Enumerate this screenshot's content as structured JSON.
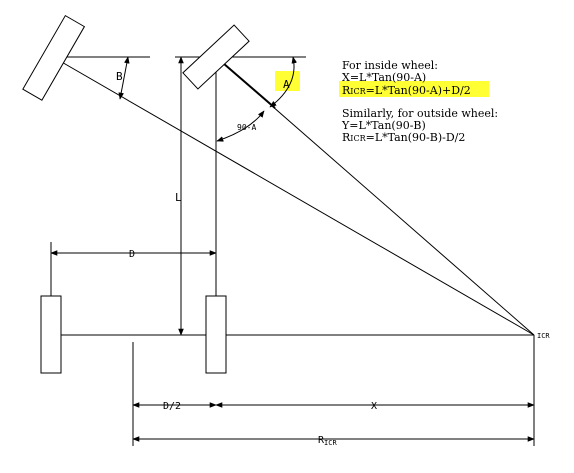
{
  "labels": {
    "angle_b": "B",
    "angle_a": "A",
    "angle_90a": "90-A",
    "length_l": "L",
    "dim_d": "D",
    "dim_d2": "D/2",
    "dim_x": "X",
    "dim_r": "R",
    "dim_r_sub": "ICR",
    "icr": "ICR"
  },
  "equations": {
    "inside_heading": "For inside wheel:",
    "inside_x": "X=L*Tan(90-A)",
    "inside_r_prefix": "R",
    "inside_r_sub": "ICR",
    "inside_r_expr": "=L*Tan(90-A)+D/2",
    "outside_heading": "Similarly, for outside wheel:",
    "outside_y": "Y=L*Tan(90-B)",
    "outside_r_prefix": "R",
    "outside_r_sub": "ICR",
    "outside_r_expr": "=L*Tan(90-B)-D/2"
  },
  "colors": {
    "highlight": "#ffff33",
    "line": "#000000"
  }
}
